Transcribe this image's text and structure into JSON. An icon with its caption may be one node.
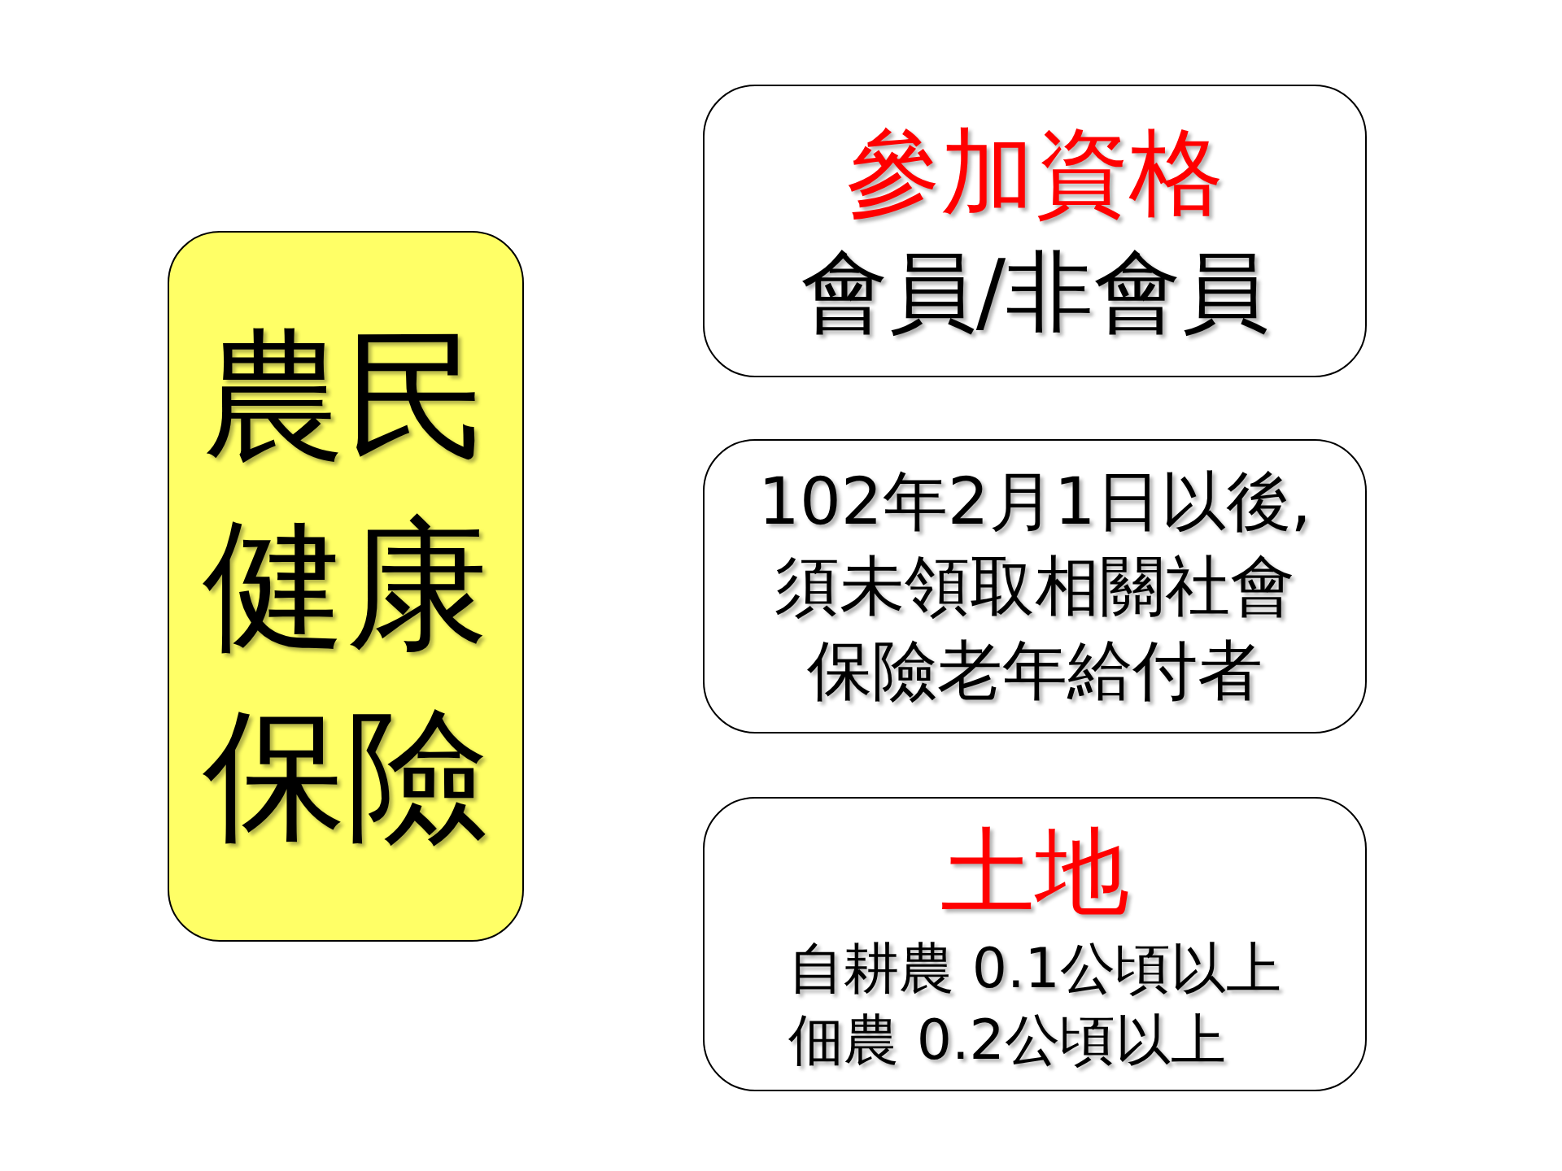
{
  "diagram": {
    "nodes": [
      {
        "text": [
          "農民健康保險"
        ]
      },
      {
        "text": [
          "參加資格",
          "會員/非會員"
        ]
      },
      {
        "text": [
          "102年2月1日以後,須未領取相關社會保險老年給付者"
        ]
      },
      {
        "text": [
          "土地",
          "自耕農 0.1公頃以上",
          "佃農 0.2公頃以上"
        ]
      }
    ],
    "edges": []
  }
}
